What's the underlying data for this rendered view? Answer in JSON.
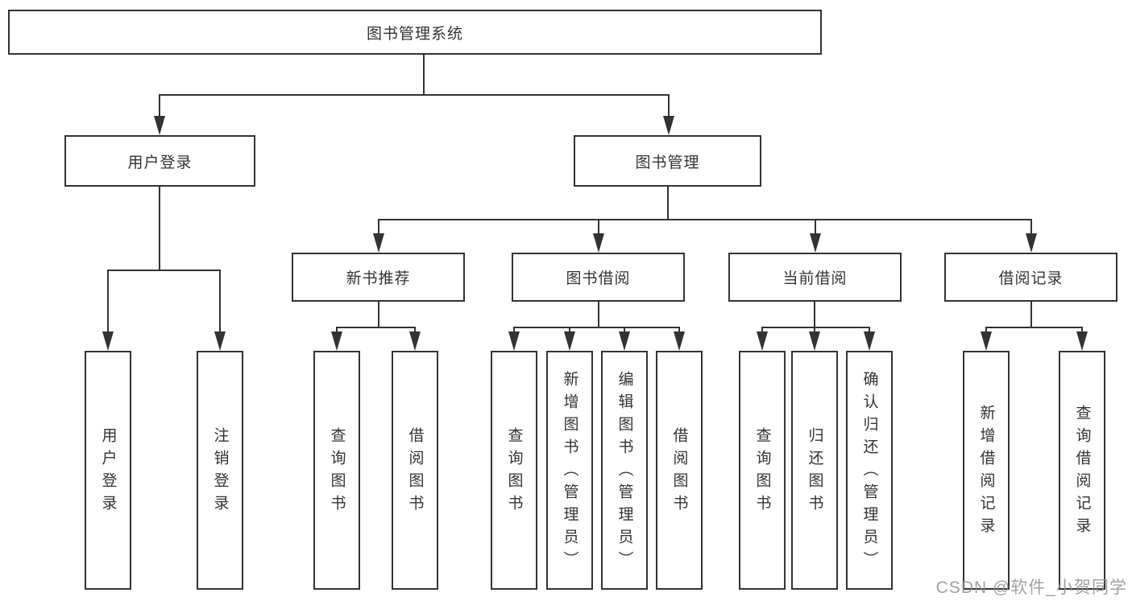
{
  "tree": {
    "root": {
      "label": "图书管理系统",
      "children": [
        {
          "label": "用户登录",
          "children": [
            {
              "label": "用户登录"
            },
            {
              "label": "注销登录"
            }
          ]
        },
        {
          "label": "图书管理",
          "children": [
            {
              "label": "新书推荐",
              "children": [
                {
                  "label": "查询图书"
                },
                {
                  "label": "借阅图书"
                }
              ]
            },
            {
              "label": "图书借阅",
              "children": [
                {
                  "label": "查询图书"
                },
                {
                  "label": "新增图书（管理员）"
                },
                {
                  "label": "编辑图书（管理员）"
                },
                {
                  "label": "借阅图书"
                }
              ]
            },
            {
              "label": "当前借阅",
              "children": [
                {
                  "label": "查询图书"
                },
                {
                  "label": "归还图书"
                },
                {
                  "label": "确认归还（管理员）"
                }
              ]
            },
            {
              "label": "借阅记录",
              "children": [
                {
                  "label": "新增借阅记录"
                },
                {
                  "label": "查询借阅记录"
                }
              ]
            }
          ]
        }
      ]
    }
  },
  "watermark": {
    "text": "CSDN @软件_小贺同学"
  },
  "colors": {
    "line": "#333333",
    "box_border": "#333333",
    "text": "#333333",
    "background": "#ffffff",
    "watermark": "#919191"
  }
}
